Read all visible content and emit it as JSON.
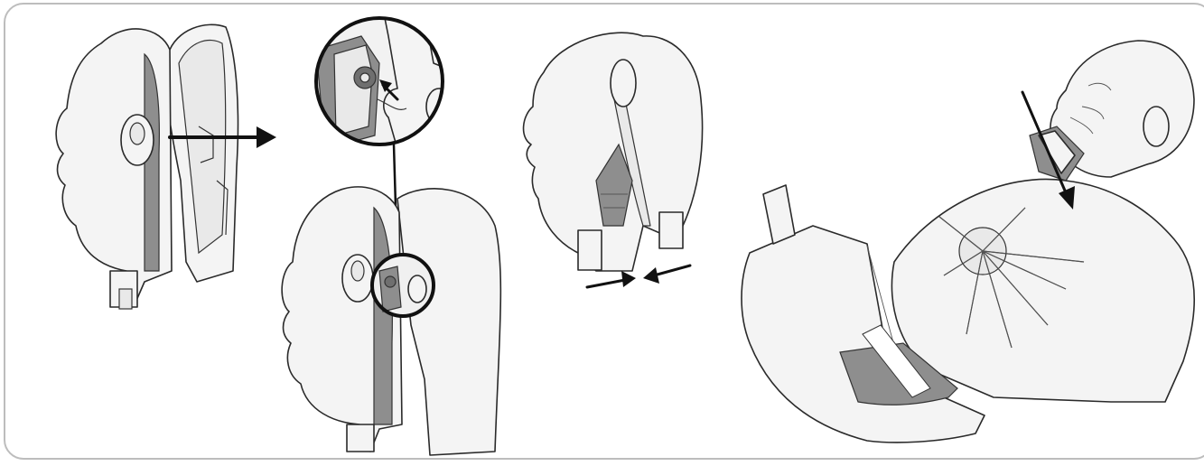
{
  "figure": {
    "description_panels": [
      "step-1-separate-head-halves",
      "step-2-detail-bolt",
      "step-3-press-halves-together",
      "step-4-attach-head-to-torso"
    ],
    "colors": {
      "outline": "#2a2a2a",
      "part_fill": "#f4f4f4",
      "shadow_fill": "#8e8e8e",
      "arrow": "#111111",
      "frame_border": "#bdbdbd"
    }
  }
}
